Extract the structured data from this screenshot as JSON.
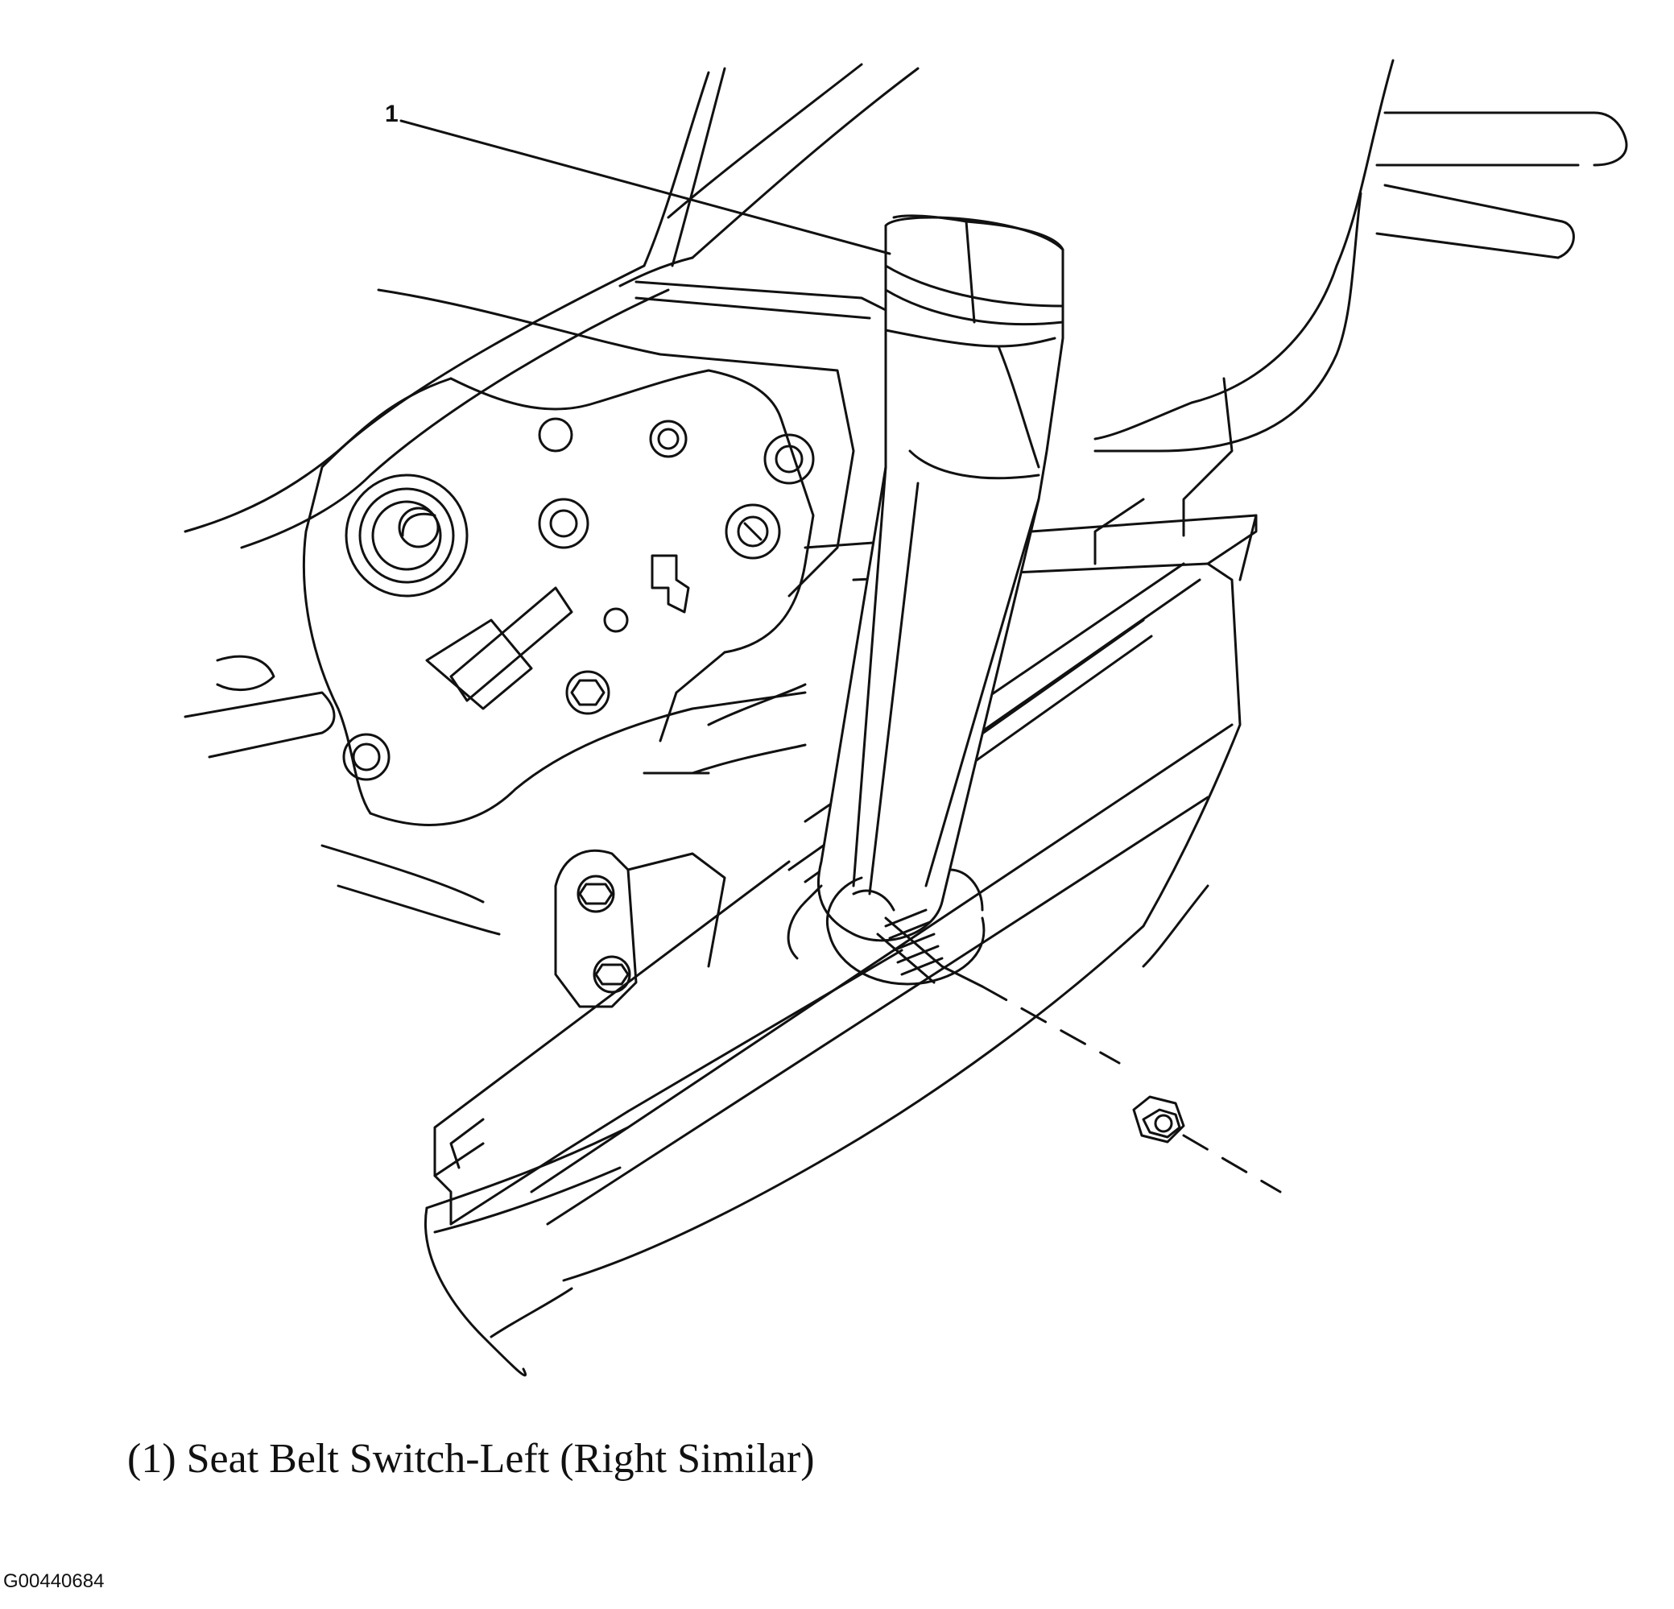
{
  "callout": {
    "number": "1"
  },
  "caption": "(1) Seat Belt Switch-Left (Right Similar)",
  "figure_id": "G00440684",
  "colors": {
    "line": "#111111",
    "background": "#ffffff"
  }
}
